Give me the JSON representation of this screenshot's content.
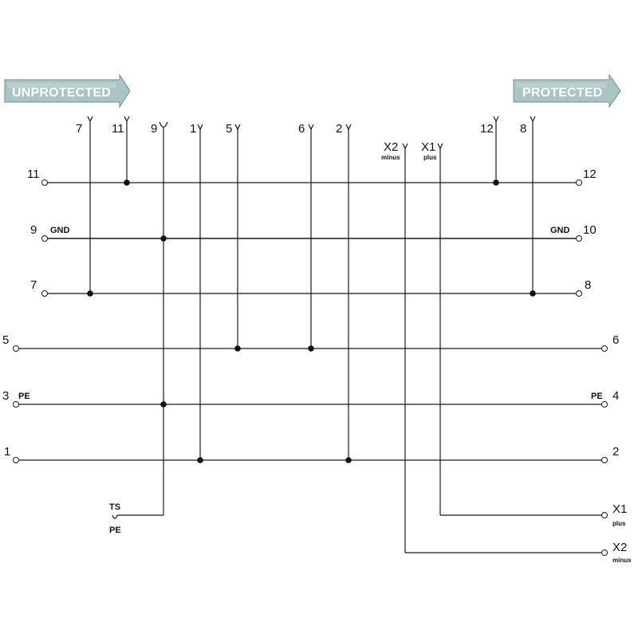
{
  "banners": {
    "unprotected": "UNPROTECTED",
    "protected": "PROTECTED"
  },
  "top_terminals": [
    "7",
    "11",
    "9",
    "1",
    "5",
    "6",
    "2",
    "X2",
    "X1",
    "12",
    "8"
  ],
  "top_sub": {
    "x2": "minus",
    "x1": "plus"
  },
  "left_rows": [
    "11",
    "9",
    "7",
    "5",
    "3",
    "1"
  ],
  "right_rows": [
    "12",
    "10",
    "8",
    "6",
    "4",
    "2"
  ],
  "row_labels": {
    "gnd_left": "GND",
    "gnd_right": "GND",
    "pe_left": "PE",
    "pe_right": "PE"
  },
  "bottom": {
    "ts": "TS",
    "pe": "PE",
    "x1": "X1",
    "x1_sub": "plus",
    "x2": "X2",
    "x2_sub": "minus"
  }
}
